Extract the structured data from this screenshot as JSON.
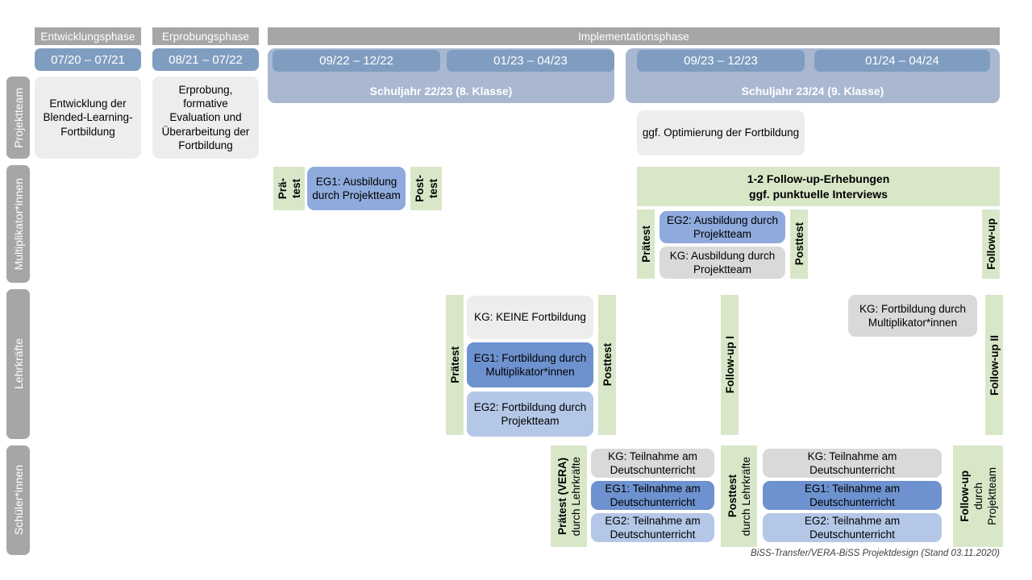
{
  "timeline": {
    "phases": [
      {
        "label": "Entwicklungsphase"
      },
      {
        "label": "Erprobungsphase"
      },
      {
        "label": "Implementationsphase"
      }
    ],
    "date_bars": [
      {
        "label": "07/20 – 07/21"
      },
      {
        "label": "08/21 – 07/22"
      },
      {
        "label": "09/22 – 12/22"
      },
      {
        "label": "01/23 – 04/23"
      },
      {
        "label": "09/23 – 12/23"
      },
      {
        "label": "01/24 – 04/24"
      }
    ],
    "school_years": [
      {
        "label": "Schuljahr 22/23 (8. Klasse)"
      },
      {
        "label": "Schuljahr 23/24 (9. Klasse)"
      }
    ]
  },
  "rows": {
    "projektteam": {
      "label": "Projektteam"
    },
    "multiplikatoren": {
      "label": "Multiplikator*innen"
    },
    "lehrkraefte": {
      "label": "Lehrkräfte"
    },
    "schueler": {
      "label": "Schüler*innen"
    }
  },
  "projektteam": {
    "entwicklung": "Entwicklung der Blended-Learning-Fortbildung",
    "erprobung": "Erprobung, formative Evaluation und Überarbeitung der Fortbildung",
    "optimierung": "ggf. Optimierung der Fortbildung"
  },
  "multiplikatoren": {
    "praetest_a": "Prä-",
    "praetest_b": "test",
    "eg1": "EG1: Ausbildung durch Projektteam",
    "posttest_a": "Post-",
    "posttest_b": "test",
    "followup_band": "1-2 Follow-up-Erhebungen\nggf. punktuelle Interviews",
    "followup_band_line1": "1-2 Follow-up-Erhebungen",
    "followup_band_line2": "ggf. punktuelle Interviews",
    "praetest2": "Prätest",
    "eg2": "EG2: Ausbildung durch Projektteam",
    "kg": "KG: Ausbildung durch Projektteam",
    "posttest2": "Posttest",
    "followup": "Follow-up"
  },
  "lehrkraefte": {
    "praetest": "Prätest",
    "kg_keine": "KG: KEINE Fortbildung",
    "eg1": "EG1: Fortbildung durch Multiplikator*innen",
    "eg2": "EG2: Fortbildung durch Projektteam",
    "posttest": "Posttest",
    "followup_1": "Follow-up I",
    "kg_fortbildung": "KG: Fortbildung durch Multiplikator*innen",
    "followup_2": "Follow-up II"
  },
  "schueler": {
    "praetest_bold": "Prätest (VERA)",
    "praetest_sub": "durch Lehrkräfte",
    "block1": {
      "kg": "KG: Teilnahme am Deutschunterricht",
      "eg1": "EG1: Teilnahme am Deutschunterricht",
      "eg2": "EG2: Teilnahme am Deutschunterricht"
    },
    "posttest_bold": "Posttest",
    "posttest_sub": "durch Lehrkräfte",
    "block2": {
      "kg": "KG: Teilnahme am Deutschunterricht",
      "eg1": "EG1: Teilnahme am Deutschunterricht",
      "eg2": "EG2: Teilnahme am Deutschunterricht"
    },
    "followup_bold": "Follow-up",
    "followup_sub1": "durch",
    "followup_sub2": "Projektteam"
  },
  "footer": {
    "caption": "BiSS-Transfer/VERA-BiSS Projektdesign (Stand 03.11.2020)"
  },
  "colors": {
    "phase_header": "#a6a6a6",
    "date_bar": "#7f9dc0",
    "year_band": "#a9b8d0",
    "sidebar": "#a6a6a6",
    "green": "#d9e7c9",
    "gray_light": "#ededed",
    "gray": "#d9d9d9",
    "blue_mid": "#8faadc",
    "blue_dark": "#6e92cf",
    "blue_pale": "#b4c7e7"
  }
}
